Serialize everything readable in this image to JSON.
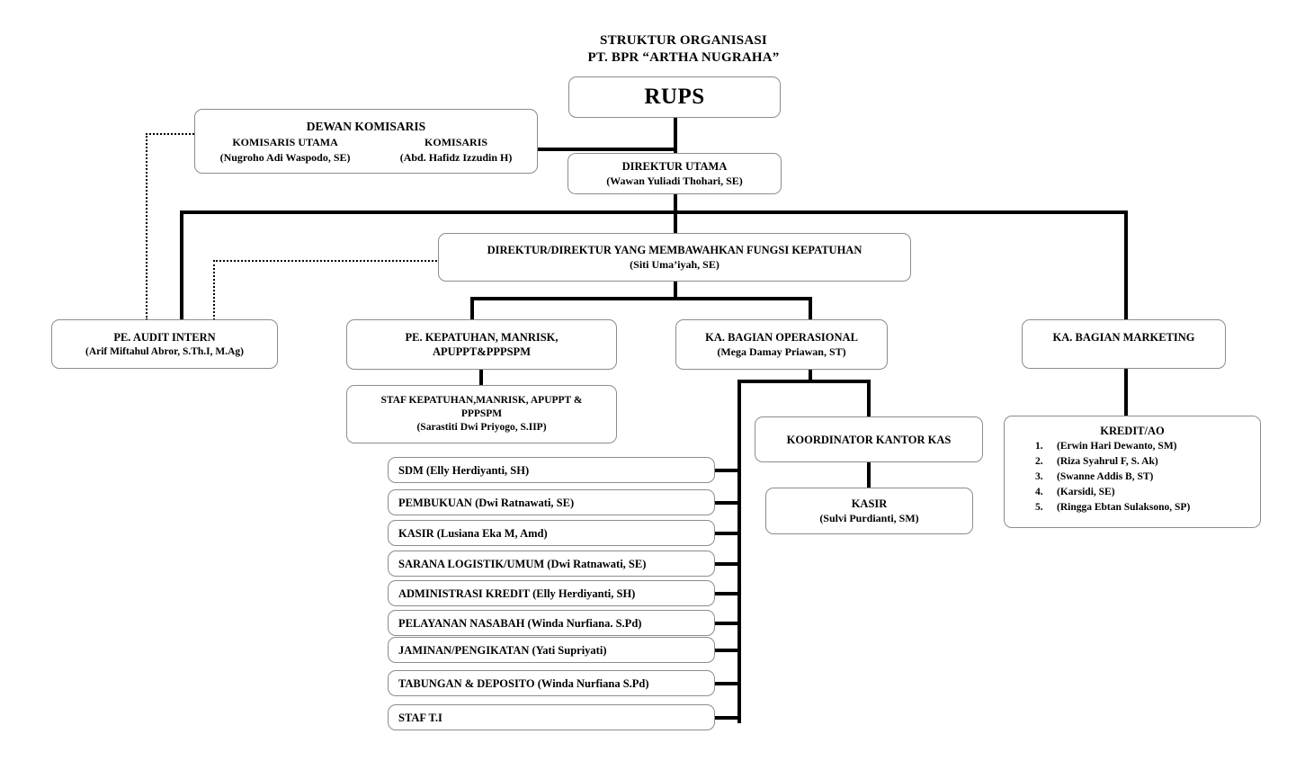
{
  "title": {
    "line1": "STRUKTUR ORGANISASI",
    "line2": "PT. BPR “ARTHA NUGRAHA”"
  },
  "nodes": {
    "rups": {
      "label": "RUPS"
    },
    "dewan_komisaris": {
      "heading": "DEWAN KOMISARIS",
      "left_title": "KOMISARIS UTAMA",
      "left_name": "(Nugroho Adi Waspodo, SE)",
      "right_title": "KOMISARIS",
      "right_name": "(Abd. Hafidz Izzudin H)"
    },
    "direktur_utama": {
      "label": "DIREKTUR UTAMA",
      "name": "(Wawan Yuliadi Thohari, SE)"
    },
    "direktur_kepatuhan": {
      "label": "DIREKTUR/DIREKTUR YANG MEMBAWAHKAN FUNGSI KEPATUHAN",
      "name": "(Siti Uma’iyah, SE)"
    },
    "audit_intern": {
      "label": "PE. AUDIT INTERN",
      "name": "(Arif Miftahul Abror, S.Th.I, M.Ag)"
    },
    "pe_kepatuhan": {
      "line1": "PE. KEPATUHAN, MANRISK,",
      "line2": "APUPPT&PPPSPM"
    },
    "staf_kepatuhan": {
      "line1": "STAF KEPATUHAN,MANRISK, APUPPT &",
      "line2": "PPPSPM",
      "name": "(Sarastiti Dwi Priyogo, S.IIP)"
    },
    "ka_operasional": {
      "label": "KA. BAGIAN OPERASIONAL",
      "name": "(Mega Damay Priawan, ST)"
    },
    "koordinator_kantor_kas": {
      "label": "KOORDINATOR KANTOR KAS"
    },
    "kasir_kantor_kas": {
      "label": "KASIR",
      "name": "(Sulvi Purdianti, SM)"
    },
    "ka_marketing": {
      "label": "KA. BAGIAN MARKETING"
    },
    "kredit_ao": {
      "heading": "KREDIT/AO",
      "items": [
        {
          "num": "1.",
          "name": "(Erwin Hari Dewanto, SM)"
        },
        {
          "num": "2.",
          "name": "(Riza Syahrul F, S. Ak)"
        },
        {
          "num": "3.",
          "name": "(Swanne Addis B, ST)"
        },
        {
          "num": "4.",
          "name": "(Karsidi, SE)"
        },
        {
          "num": "5.",
          "name": "(Ringga Ebtan Sulaksono, SP)"
        }
      ]
    }
  },
  "operasional_units": [
    {
      "label": "SDM (Elly Herdiyanti, SH)"
    },
    {
      "label": "PEMBUKUAN (Dwi Ratnawati, SE)"
    },
    {
      "label": "KASIR (Lusiana Eka M, Amd)"
    },
    {
      "label": "SARANA LOGISTIK/UMUM (Dwi Ratnawati, SE)"
    },
    {
      "label": "ADMINISTRASI KREDIT (Elly Herdiyanti, SH)"
    },
    {
      "label": "PELAYANAN NASABAH (Winda Nurfiana. S.Pd)"
    },
    {
      "label": "JAMINAN/PENGIKATAN (Yati Supriyati)"
    },
    {
      "label": "TABUNGAN & DEPOSITO (Winda Nurfiana S.Pd)"
    },
    {
      "label": "STAF T.I"
    }
  ],
  "colors": {
    "line": "#000000",
    "box_border": "#8c8c8c",
    "background": "#ffffff"
  }
}
